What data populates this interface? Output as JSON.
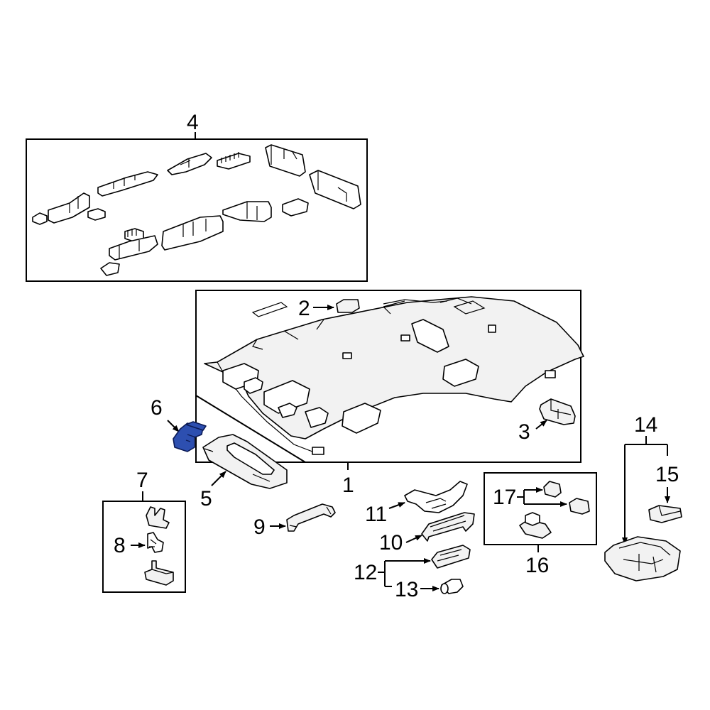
{
  "diagram": {
    "highlight_color": "#2d4fb0",
    "callouts": [
      {
        "id": "1",
        "label": "1"
      },
      {
        "id": "2",
        "label": "2"
      },
      {
        "id": "3",
        "label": "3"
      },
      {
        "id": "4",
        "label": "4"
      },
      {
        "id": "5",
        "label": "5"
      },
      {
        "id": "6",
        "label": "6"
      },
      {
        "id": "7",
        "label": "7"
      },
      {
        "id": "8",
        "label": "8"
      },
      {
        "id": "9",
        "label": "9"
      },
      {
        "id": "10",
        "label": "10"
      },
      {
        "id": "11",
        "label": "11"
      },
      {
        "id": "12",
        "label": "12"
      },
      {
        "id": "13",
        "label": "13"
      },
      {
        "id": "14",
        "label": "14"
      },
      {
        "id": "15",
        "label": "15"
      },
      {
        "id": "16",
        "label": "16"
      },
      {
        "id": "17",
        "label": "17"
      }
    ]
  }
}
